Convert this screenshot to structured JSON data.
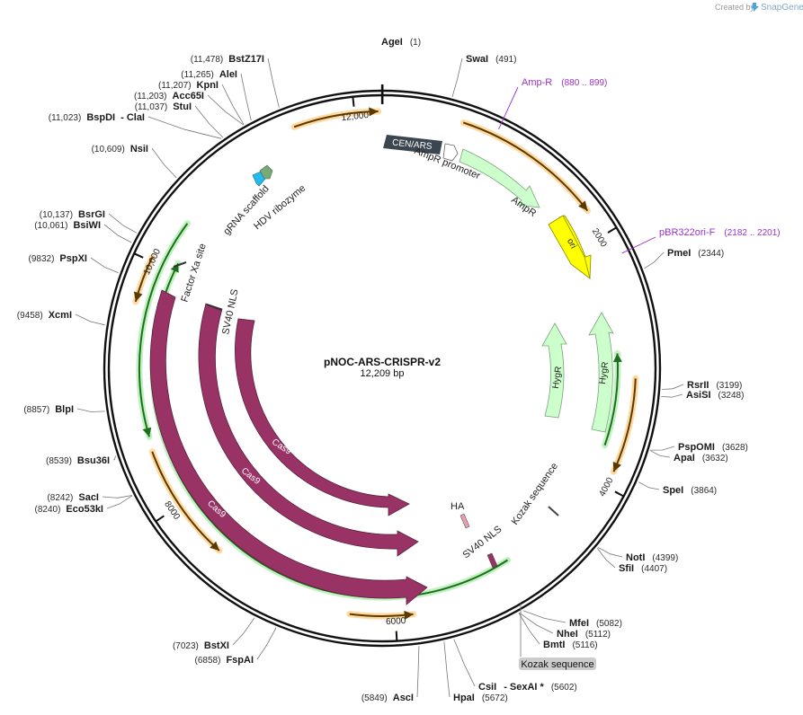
{
  "credit": {
    "text": "Created by",
    "brand": "SnapGene"
  },
  "plasmid": {
    "name": "pNOC-ARS-CRISPR-v2",
    "length_text": "12,209 bp",
    "length": 12209
  },
  "colors": {
    "cas9": "#993366",
    "hygr": "#ccffcc",
    "ampr": "#ccffcc",
    "ori": "#ffff00",
    "cen": "#3c4650",
    "orange": "#f5a623",
    "green": "#33aa33",
    "primer": "#9b30c9",
    "gray_label": "#cccccc"
  },
  "ticks": [
    {
      "label": "2000",
      "pos": 2000
    },
    {
      "label": "4000",
      "pos": 4000
    },
    {
      "label": "6000",
      "pos": 6000
    },
    {
      "label": "8000",
      "pos": 8000
    },
    {
      "label": "10,000",
      "pos": 10000
    },
    {
      "label": "12,000",
      "pos": 12000
    }
  ],
  "sites": [
    {
      "name": "AgeI",
      "pos_text": "(1)",
      "pos": 1
    },
    {
      "name": "SwaI",
      "pos_text": "(491)",
      "pos": 491
    },
    {
      "name": "PmeI",
      "pos_text": "(2344)",
      "pos": 2344
    },
    {
      "name": "RsrII",
      "pos_text": "(3199)",
      "pos": 3199
    },
    {
      "name": "AsiSI",
      "pos_text": "(3248)",
      "pos": 3248
    },
    {
      "name": "PspOMI",
      "pos_text": "(3628)",
      "pos": 3628
    },
    {
      "name": "ApaI",
      "pos_text": "(3632)",
      "pos": 3632
    },
    {
      "name": "SpeI",
      "pos_text": "(3864)",
      "pos": 3864
    },
    {
      "name": "NotI",
      "pos_text": "(4399)",
      "pos": 4399
    },
    {
      "name": "SfiI",
      "pos_text": "(4407)",
      "pos": 4407
    },
    {
      "name": "MfeI",
      "pos_text": "(5082)",
      "pos": 5082
    },
    {
      "name": "NheI",
      "pos_text": "(5112)",
      "pos": 5112
    },
    {
      "name": "BmtI",
      "pos_text": "(5116)",
      "pos": 5116
    },
    {
      "name": "CsiI",
      "pos_text": "(5602)",
      "pos": 5602,
      "extra": "- SexAI *"
    },
    {
      "name": "HpaI",
      "pos_text": "(5672)",
      "pos": 5672
    },
    {
      "name": "AscI",
      "pos_text": "(5849)",
      "pos": 5849
    },
    {
      "name": "FspAI",
      "pos_text": "(6858)",
      "pos": 6858
    },
    {
      "name": "BstXI",
      "pos_text": "(7023)",
      "pos": 7023
    },
    {
      "name": "Eco53kI",
      "pos_text": "(8240)",
      "pos": 8240
    },
    {
      "name": "SacI",
      "pos_text": "(8242)",
      "pos": 8242
    },
    {
      "name": "Bsu36I",
      "pos_text": "(8539)",
      "pos": 8539
    },
    {
      "name": "BlpI",
      "pos_text": "(8857)",
      "pos": 8857
    },
    {
      "name": "XcmI",
      "pos_text": "(9458)",
      "pos": 9458
    },
    {
      "name": "PspXI",
      "pos_text": "(9832)",
      "pos": 9832
    },
    {
      "name": "BsiWI",
      "pos_text": "(10,061)",
      "pos": 10061
    },
    {
      "name": "BsrGI",
      "pos_text": "(10,137)",
      "pos": 10137
    },
    {
      "name": "NsiI",
      "pos_text": "(10,609)",
      "pos": 10609
    },
    {
      "name": "BspDI",
      "pos_text": "(11,023)",
      "pos": 11023,
      "extra": "- ClaI"
    },
    {
      "name": "StuI",
      "pos_text": "(11,037)",
      "pos": 11037
    },
    {
      "name": "Acc65I",
      "pos_text": "(11,203)",
      "pos": 11203
    },
    {
      "name": "KpnI",
      "pos_text": "(11,207)",
      "pos": 11207
    },
    {
      "name": "AleI",
      "pos_text": "(11,265)",
      "pos": 11265
    },
    {
      "name": "BstZ17I",
      "pos_text": "(11,478)",
      "pos": 11478
    }
  ],
  "primers": [
    {
      "name": "Amp-R",
      "range": "(880 .. 899)",
      "pos": 880
    },
    {
      "name": "pBR322ori-F",
      "range": "(2182 .. 2201)",
      "pos": 2182
    }
  ],
  "features": [
    {
      "name": "CEN/ARS",
      "kind": "box"
    },
    {
      "name": "AmpR promoter",
      "kind": "arrow"
    },
    {
      "name": "AmpR",
      "kind": "arrow"
    },
    {
      "name": "ori",
      "kind": "arrow"
    },
    {
      "name": "HygR",
      "kind": "arrow",
      "track": "outer"
    },
    {
      "name": "HygR",
      "kind": "arrow",
      "track": "inner"
    },
    {
      "name": "Kozak sequence",
      "kind": "mark"
    },
    {
      "name": "HA",
      "kind": "mark"
    },
    {
      "name": "SV40 NLS",
      "kind": "mark"
    },
    {
      "name": "Cas9",
      "kind": "arrow",
      "track": "inner"
    },
    {
      "name": "Cas9",
      "kind": "arrow",
      "track": "middle"
    },
    {
      "name": "Cas9",
      "kind": "arrow",
      "track": "outer"
    },
    {
      "name": "SV40 NLS",
      "kind": "mark",
      "track": "left"
    },
    {
      "name": "Factor Xa site",
      "kind": "mark"
    },
    {
      "name": "gRNA scaffold",
      "kind": "mark"
    },
    {
      "name": "HDV ribozyme",
      "kind": "mark"
    }
  ],
  "callout": {
    "text": "Kozak sequence"
  }
}
